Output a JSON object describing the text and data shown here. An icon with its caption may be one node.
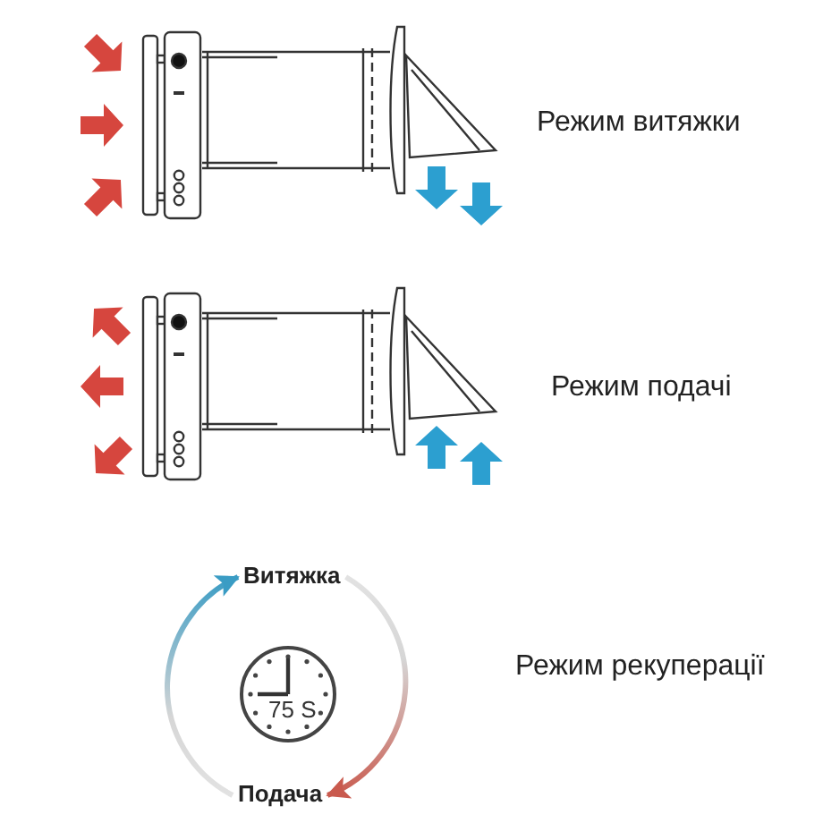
{
  "diagram": {
    "nodes": [
      {
        "text": [
          "Витяжка"
        ]
      },
      {
        "text": [
          "Подача"
        ]
      }
    ],
    "edges": [
      {
        "from": 1,
        "to": 0,
        "arrow": "to",
        "color": "#3a9cc4"
      },
      {
        "from": 0,
        "to": 1,
        "arrow": "to",
        "color": "#c95a4e"
      }
    ],
    "labels": [
      "Режим витяжки",
      "Режим подачі",
      "75 S",
      "Режим рекуперації"
    ]
  }
}
